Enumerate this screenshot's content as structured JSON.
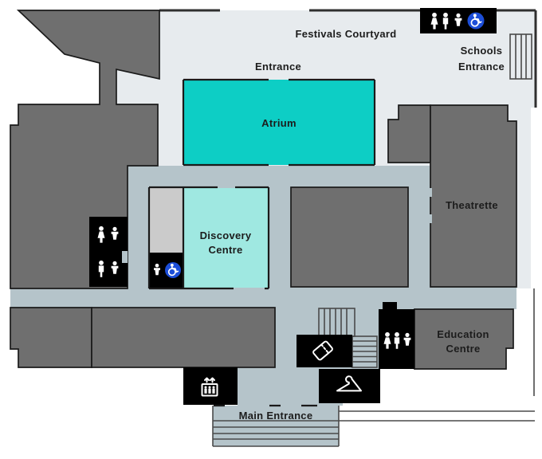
{
  "map": {
    "labels": {
      "festivals_courtyard": "Festivals Courtyard",
      "entrance": "Entrance",
      "schools_line1": "Schools",
      "schools_line2": "Entrance",
      "atrium": "Atrium",
      "theatrette": "Theatrette",
      "discovery_line1": "Discovery",
      "discovery_line2": "Centre",
      "education_line1": "Education",
      "education_line2": "Centre",
      "main_entrance": "Main Entrance"
    },
    "amenities": [
      {
        "id": "toilets-courtyard",
        "icons": [
          "female-icon",
          "male-icon",
          "baby-change-icon",
          "wheelchair-accessible-icon"
        ]
      },
      {
        "id": "toilets-west-upper",
        "icons": [
          "female-icon",
          "baby-change-icon"
        ]
      },
      {
        "id": "toilets-west-lower",
        "icons": [
          "male-icon",
          "baby-change-icon"
        ]
      },
      {
        "id": "accessible-toilet-discovery",
        "icons": [
          "baby-change-icon",
          "wheelchair-accessible-icon"
        ]
      },
      {
        "id": "ticket-desk",
        "icons": [
          "ticket-icon"
        ]
      },
      {
        "id": "toilets-education",
        "icons": [
          "female-icon",
          "male-icon",
          "baby-change-icon"
        ]
      },
      {
        "id": "cloakroom",
        "icons": [
          "coat-hanger-icon"
        ]
      },
      {
        "id": "lift",
        "icons": [
          "elevator-icon"
        ]
      },
      {
        "id": "stairs-schools-entrance",
        "icons": [
          "stairs-icon"
        ]
      },
      {
        "id": "stairs-education",
        "icons": [
          "stairs-icon"
        ]
      },
      {
        "id": "steps-main-entrance",
        "icons": [
          "stairs-icon"
        ]
      }
    ],
    "colors": {
      "floor_light": "#E7EBEE",
      "corridor": "#B5C4CA",
      "room_dark": "#6F6F6F",
      "room_light_gray": "#CBCBCB",
      "atrium_teal": "#0DCEC5",
      "discovery_teal": "#9FE8E1",
      "amenity_black": "#000000",
      "accessible_blue": "#1C4ED8",
      "outline": "#1A1A1A",
      "line_gray": "#4A4A4A"
    }
  }
}
